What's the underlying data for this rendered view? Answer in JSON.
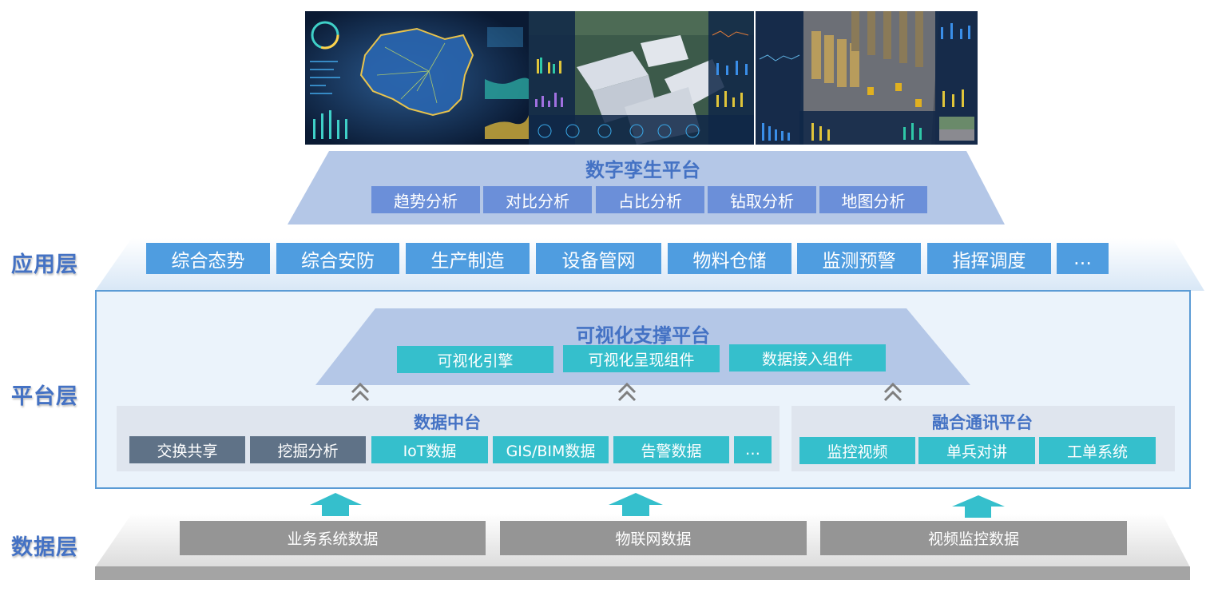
{
  "screenshots": [
    {
      "name": "China map dashboard"
    },
    {
      "name": "Factory park dashboard"
    },
    {
      "name": "Warehouse dashboard"
    }
  ],
  "twin_platform": {
    "title": "数字孪生平台",
    "items": [
      "趋势分析",
      "对比分析",
      "占比分析",
      "钻取分析",
      "地图分析"
    ]
  },
  "application_layer": {
    "label": "应用层",
    "items": [
      "综合态势",
      "综合安防",
      "生产制造",
      "设备管网",
      "物料仓储",
      "监测预警",
      "指挥调度",
      "…"
    ]
  },
  "platform_layer": {
    "label": "平台层",
    "visual_platform": {
      "title": "可视化支撑平台",
      "items": [
        "可视化引擎",
        "可视化呈现组件",
        "数据接入组件"
      ]
    },
    "data_middle": {
      "title": "数据中台",
      "items": [
        "交换共享",
        "挖掘分析",
        "IoT数据",
        "GIS/BIM数据",
        "告警数据",
        "…"
      ]
    },
    "comm_platform": {
      "title": "融合通讯平台",
      "items": [
        "监控视频",
        "单兵对讲",
        "工单系统"
      ]
    }
  },
  "data_layer": {
    "label": "数据层",
    "items": [
      "业务系统数据",
      "物联网数据",
      "视频监控数据"
    ]
  },
  "colors": {
    "title_blue": "#4472c4",
    "app_blue": "#4f9de0",
    "analysis_blue": "#6b8fd9",
    "teal": "#35bfcc",
    "slate": "#5f7287",
    "gray": "#959595",
    "trapezoid": "#b4c7e7"
  }
}
